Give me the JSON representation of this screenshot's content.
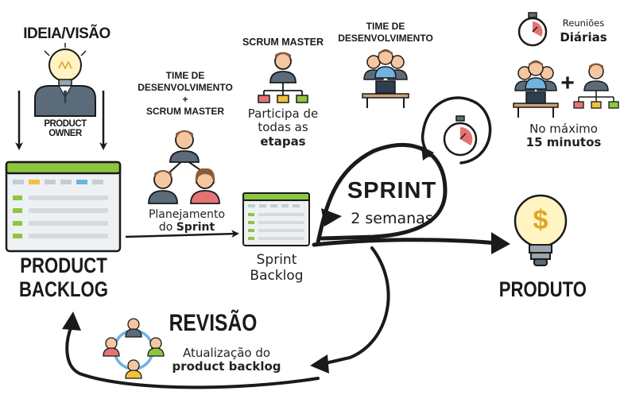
{
  "product_owner": {
    "heading": "IDEIA/VISÃO",
    "badge": "PRODUCT OWNER"
  },
  "product_backlog": {
    "line1": "PRODUCT",
    "line2": "BACKLOG"
  },
  "planning": {
    "team_line1": "TIME DE",
    "team_line2": "DESENVOLVIMENTO",
    "plus": "+",
    "scrum_master": "SCRUM MASTER",
    "caption_line1": "Planejamento",
    "caption_prefix": "do ",
    "caption_bold": "Sprint"
  },
  "scrum_master": {
    "heading": "SCRUM MASTER",
    "line1": "Participa de",
    "line2": "todas as",
    "line3": "etapas"
  },
  "dev_team": {
    "line1": "TIME DE",
    "line2": "DESENVOLVIMENTO"
  },
  "daily": {
    "label": "Reuniões",
    "label_bold": "Diárias",
    "plus": "+",
    "limit_line1": "No máximo",
    "limit_line2": "15 minutos"
  },
  "sprint_backlog": {
    "line1": "Sprint",
    "line2": "Backlog"
  },
  "sprint": {
    "title": "SPRINT",
    "duration": "2 semanas"
  },
  "product": {
    "label": "PRODUTO",
    "symbol": "$"
  },
  "review": {
    "heading": "REVISÃO",
    "line1": "Atualização do",
    "line2": "product backlog"
  },
  "colors": {
    "ink": "#1a1a1a",
    "green": "#8dc63f",
    "grey": "#c4ccd4",
    "skin": "#f5c7a1",
    "hair": "#8a5a3c",
    "shirt": "#5b6b7a",
    "orange": "#f39c3d",
    "bulb": "#fff4c2"
  }
}
